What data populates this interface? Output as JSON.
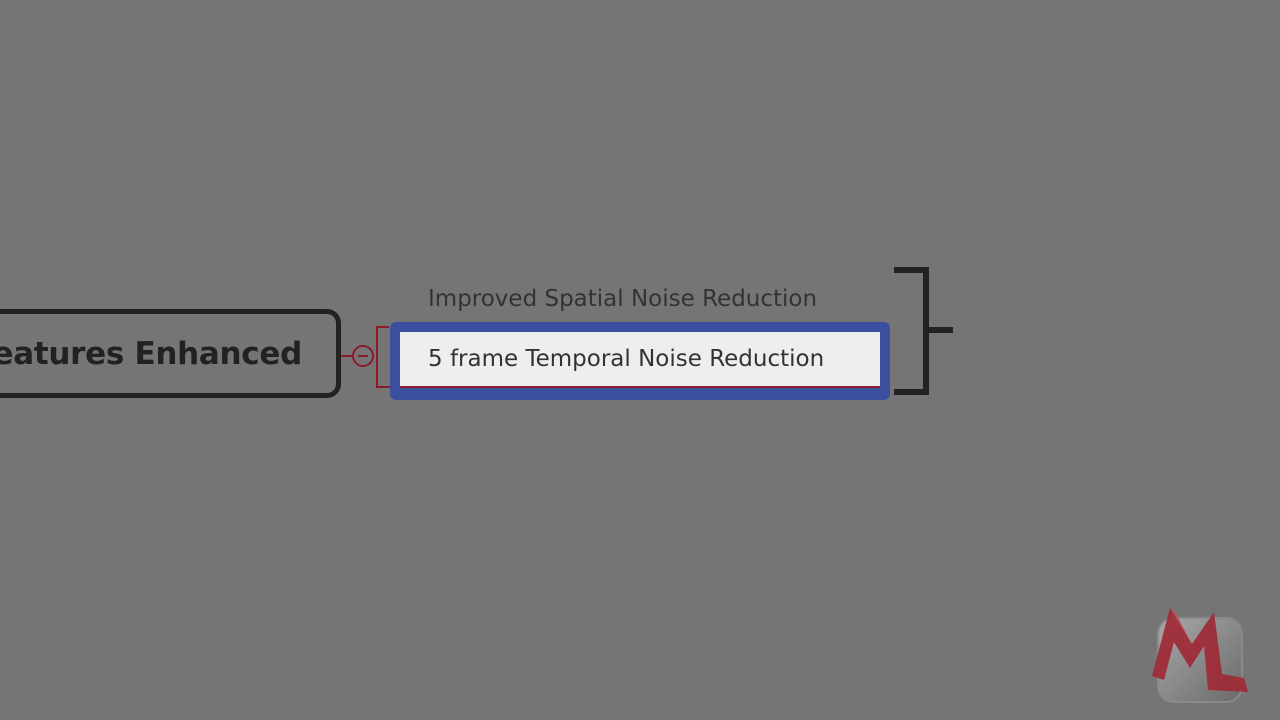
{
  "mindmap": {
    "central_topic": {
      "label": "Features Enhanced"
    },
    "subtopics": [
      {
        "label": "Improved Spatial Noise Reduction",
        "selected": false
      },
      {
        "label": "5 frame Temporal Noise Reduction",
        "selected": true,
        "editing": true
      }
    ],
    "colors": {
      "background": "#757575",
      "node_border": "#222222",
      "connector": "#8b1a2b",
      "selection": "#3a4f9e",
      "edit_field": "#eeeeee"
    }
  },
  "icons": {
    "collapse": "minus-circle-icon",
    "logo": "ml-logo-icon"
  }
}
